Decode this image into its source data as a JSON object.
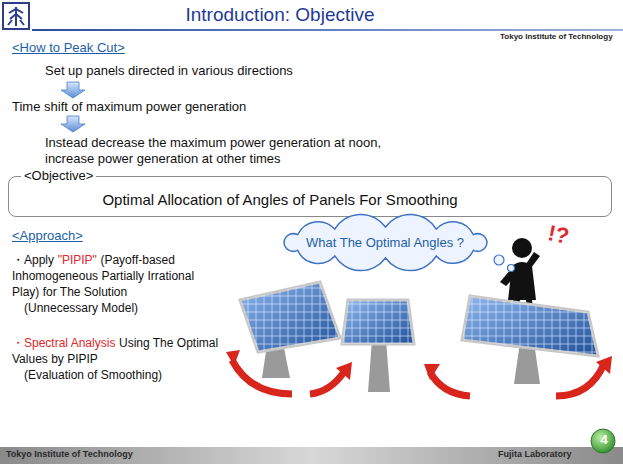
{
  "diagram": {
    "title": "Introduction: Objective",
    "nodes": [
      {
        "text": [
          "<Objective>",
          "Optimal Allocation of Angles of Panels For Smoothing"
        ]
      },
      {
        "text": [
          "What The Optimal Angles ?"
        ]
      }
    ],
    "labels": [
      "Tokyo Institute of Technology",
      "<How to Peak Cut>",
      "Set up panels directed in various directions",
      "Time shift of maximum power generation",
      "Instead decrease the maximum power generation at noon, increase power generation at other times",
      "<Approach>",
      "・Apply",
      "\"PIPIP\"",
      "(Payoff-based Inhomogeneous Partially Irrational Play) for The Solution",
      "(Unnecessary Model)",
      "・Spectral Analysis",
      "Using The Optimal Values by PIPIP",
      "(Evaluation of Smoothing)",
      "!?",
      "Tokyo Institute of Technology",
      "Fujita Laboratory",
      "4"
    ]
  }
}
